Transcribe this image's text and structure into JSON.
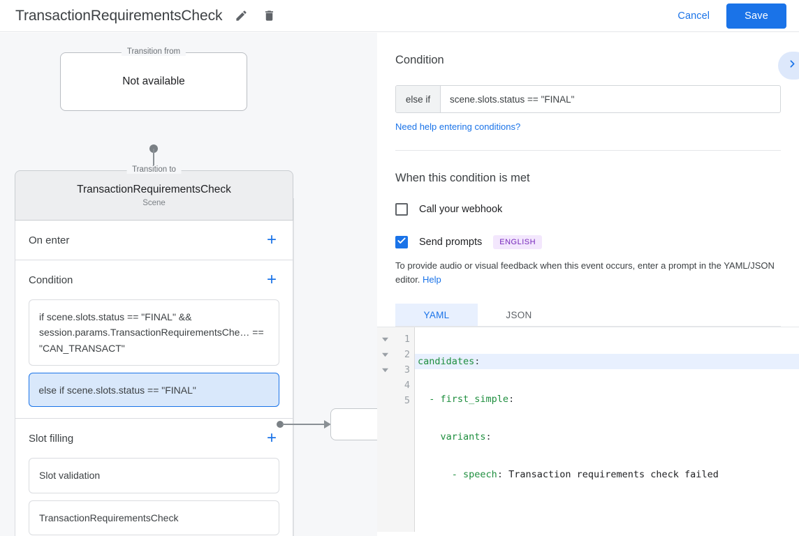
{
  "header": {
    "title": "TransactionRequirementsCheck",
    "edit_icon": "pencil-icon",
    "delete_icon": "trash-icon",
    "cancel_label": "Cancel",
    "save_label": "Save",
    "accent_color": "#1a73e8"
  },
  "canvas": {
    "transition_from": {
      "legend": "Transition from",
      "body": "Not available"
    },
    "transition_to": {
      "legend": "Transition to",
      "title": "TransactionRequirementsCheck",
      "subtitle": "Scene"
    },
    "sections": [
      {
        "label": "On enter",
        "add_icon": "plus-icon",
        "items": []
      },
      {
        "label": "Condition",
        "add_icon": "plus-icon",
        "items": [
          {
            "text": "if scene.slots.status == \"FINAL\" && session.params.TransactionRequirementsChe… == \"CAN_TRANSACT\"",
            "selected": false
          },
          {
            "text": "else if scene.slots.status == \"FINAL\"",
            "selected": true
          }
        ]
      },
      {
        "label": "Slot filling",
        "add_icon": "plus-icon",
        "items": [
          {
            "text": "Slot validation",
            "selected": false
          },
          {
            "text": "TransactionRequirementsCheck",
            "selected": false
          }
        ]
      }
    ]
  },
  "panel": {
    "condition": {
      "heading": "Condition",
      "prefix": "else if",
      "value": "scene.slots.status == \"FINAL\"",
      "help_link": "Need help entering conditions?",
      "collapse_icon": "chevron-right-icon"
    },
    "when_met": {
      "heading": "When this condition is met",
      "webhook": {
        "label": "Call your webhook",
        "checked": false
      },
      "prompts": {
        "label": "Send prompts",
        "checked": true,
        "badge": "ENGLISH",
        "badge_bg": "#f3e7fd",
        "badge_fg": "#7627bb"
      },
      "helper_text": "To provide audio or visual feedback when this event occurs, enter a prompt in the YAML/JSON editor.",
      "helper_link": "Help"
    },
    "editor": {
      "tabs": [
        {
          "label": "YAML",
          "active": true
        },
        {
          "label": "JSON",
          "active": false
        }
      ],
      "line_numbers": [
        "1",
        "2",
        "3",
        "4",
        "5"
      ],
      "fold_rows": [
        true,
        true,
        true,
        false,
        false
      ],
      "lines": [
        {
          "key": "candidates",
          "colon": ":",
          "indent": "",
          "dash": "",
          "value": "",
          "highlight": true
        },
        {
          "key": "first_simple",
          "colon": ":",
          "indent": "  ",
          "dash": "- ",
          "value": "",
          "highlight": false
        },
        {
          "key": "variants",
          "colon": ":",
          "indent": "    ",
          "dash": "",
          "value": "",
          "highlight": false
        },
        {
          "key": "speech",
          "colon": ":",
          "indent": "      ",
          "dash": "- ",
          "value": " Transaction requirements check failed",
          "highlight": false
        },
        {
          "key": "",
          "colon": "",
          "indent": "",
          "dash": "",
          "value": "",
          "highlight": false
        }
      ]
    }
  }
}
